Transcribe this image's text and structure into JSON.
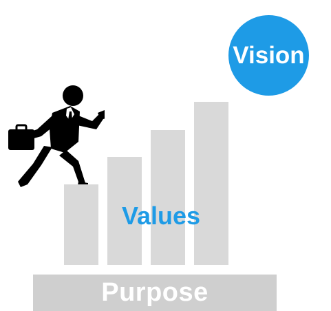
{
  "vision": {
    "label": "Vision",
    "color": "#1e9be6"
  },
  "values": {
    "label": "Values",
    "color": "#1e9be6"
  },
  "purpose": {
    "label": "Purpose",
    "color": "#cfcfcf"
  },
  "steps": {
    "count": 4,
    "color": "#d9d9d9"
  },
  "figure": {
    "icon": "businessman-running-icon",
    "accessory": "briefcase-icon"
  }
}
